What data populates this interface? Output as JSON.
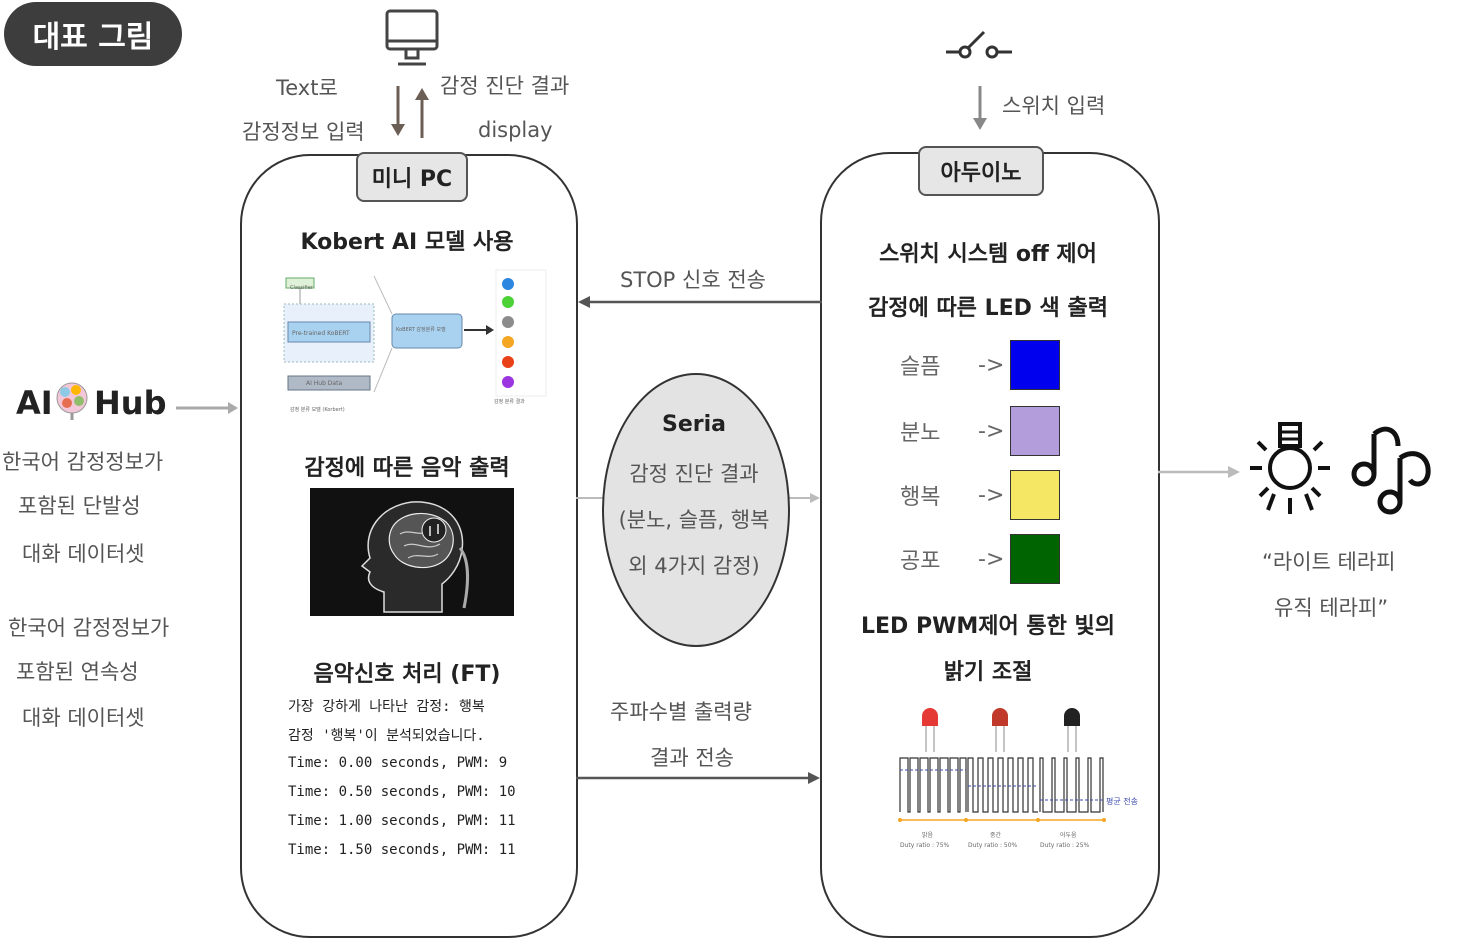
{
  "tag": "대표 그림",
  "top_left": {
    "in_label_1": "Text로",
    "in_label_2": "감정정보 입력",
    "out_label_1": "감정 진단 결과",
    "out_label_2": "display"
  },
  "top_right": {
    "switch_label": "스위치 입력"
  },
  "left_side": {
    "logo_ai": "AI",
    "logo_hub": "Hub",
    "dataset1": [
      "한국어 감정정보가",
      "포함된 단발성",
      "대화 데이터셋"
    ],
    "dataset2": [
      "한국어 감정정보가",
      "포함된 연속성",
      "대화 데이터셋"
    ]
  },
  "mini_pc": {
    "badge": "미니 PC",
    "model_title": "Kobert AI 모델 사용",
    "model_fig": {
      "b1": "Classifier",
      "b2": "Pre-trained KoBERT",
      "b3": "AI Hub Data",
      "b4": "KoBERT 감정분류 모델",
      "caption": "감정 분류 모델 (Korbert)",
      "out_caption": "감정 분류 결과"
    },
    "music_title": "감정에 따른 음악 출력",
    "signal_title": "음악신호 처리 (FT)",
    "log": [
      "가장 강하게 나타난 감정: 행복",
      "감정 '행복'이 분석되었습니다.",
      "Time: 0.00 seconds, PWM: 9",
      "Time: 0.50 seconds, PWM: 10",
      "Time: 1.00 seconds, PWM: 11",
      "Time: 1.50 seconds, PWM: 11"
    ]
  },
  "arduino": {
    "badge": "아두이노",
    "title1": "스위치 시스템 off 제어",
    "title2": "감정에 따른 LED 색 출력",
    "leds": [
      {
        "name": "슬픔",
        "arrow": "->",
        "color": "#0000ee"
      },
      {
        "name": "분노",
        "arrow": "->",
        "color": "#b39ddb"
      },
      {
        "name": "행복",
        "arrow": "->",
        "color": "#f5e663"
      },
      {
        "name": "공포",
        "arrow": "->",
        "color": "#006400"
      }
    ],
    "pwm_title1": "LED PWM제어 통한 빛의",
    "pwm_title2": "밝기 조절",
    "pwm_fig": {
      "avg": "평균 전송",
      "d1": "밝음",
      "d1b": "Duty ratio : 75%",
      "d2": "중간",
      "d2b": "Duty ratio : 50%",
      "d3": "어두움",
      "d3b": "Duty ratio : 25%"
    }
  },
  "middle": {
    "stop": "STOP 신호 전송",
    "serial": [
      "Seria",
      "감정 진단 결과",
      "(분노, 슬픔, 행복",
      "외 4가지 감정)"
    ],
    "freq1": "주파수별  출력량",
    "freq2": "결과 전송"
  },
  "right": {
    "therapy1": "“라이트 테라피",
    "therapy2": "유직 테라피”"
  }
}
